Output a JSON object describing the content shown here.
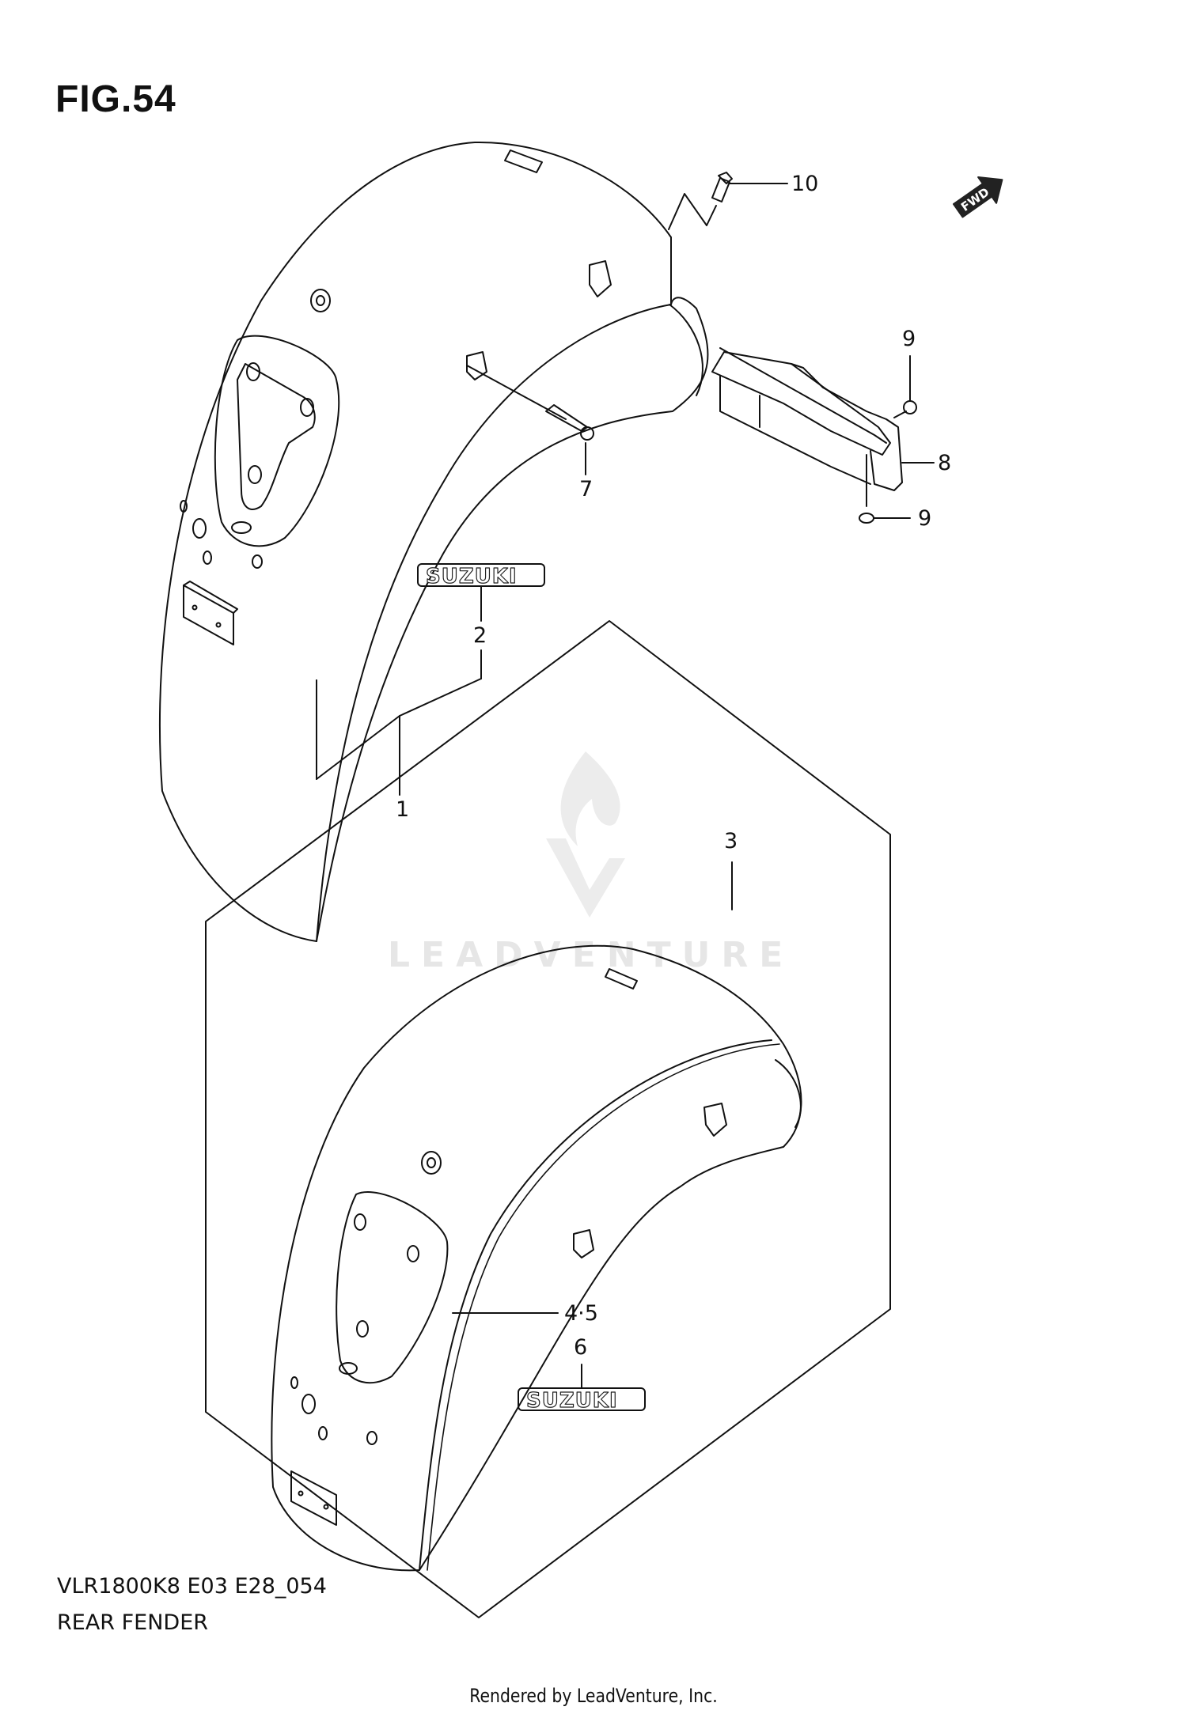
{
  "figure": {
    "title": "FIG.54",
    "model_code": "VLR1800K8 E03 E28_054",
    "section_name": "REAR FENDER",
    "credit": "Rendered by LeadVenture, Inc.",
    "watermark": "LEADVENTURE"
  },
  "direction_indicator": {
    "label": "FWD",
    "icon": "forward-arrow-icon"
  },
  "emblems": [
    {
      "text": "SUZUKI",
      "ref": "2"
    },
    {
      "text": "SUZUKI",
      "ref": "6"
    }
  ],
  "callouts": [
    {
      "label": "1",
      "part": "rear-fender"
    },
    {
      "label": "2",
      "part": "emblem-upper"
    },
    {
      "label": "3",
      "part": "rear-fender-assembly-set"
    },
    {
      "label": "4·5",
      "part": "fender-trim-stripe"
    },
    {
      "label": "6",
      "part": "emblem-lower"
    },
    {
      "label": "7",
      "part": "bolt"
    },
    {
      "label": "8",
      "part": "fender-bracket"
    },
    {
      "label": "9",
      "part": "clip-upper"
    },
    {
      "label": "9",
      "part": "clip-lower"
    },
    {
      "label": "10",
      "part": "fender-bolt"
    }
  ],
  "colors": {
    "line": "#111111",
    "background": "#ffffff",
    "watermark": "#e6e6e6"
  }
}
